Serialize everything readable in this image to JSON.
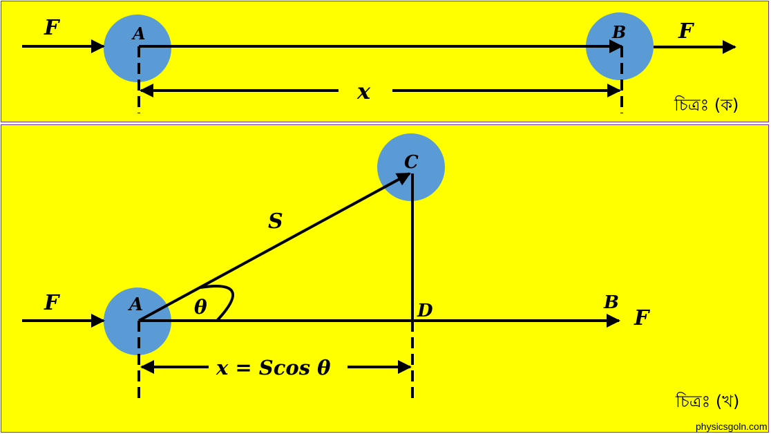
{
  "panel_top": {
    "force_left": "F",
    "point_a": "A",
    "point_b": "B",
    "force_right": "F",
    "distance": "x",
    "caption": "চিত্রঃ (ক)"
  },
  "panel_bottom": {
    "force_left": "F",
    "point_a": "A",
    "point_b": "B",
    "point_c": "C",
    "point_d": "D",
    "force_right": "F",
    "displacement": "S",
    "angle": "θ",
    "projection": "x = Scos θ",
    "caption": "চিত্রঃ (খ)"
  },
  "watermark": "physicsgoln.com",
  "colors": {
    "background": "#ffff00",
    "border": "#7030a0",
    "ball": "#5b9bd5",
    "line": "#000000"
  }
}
